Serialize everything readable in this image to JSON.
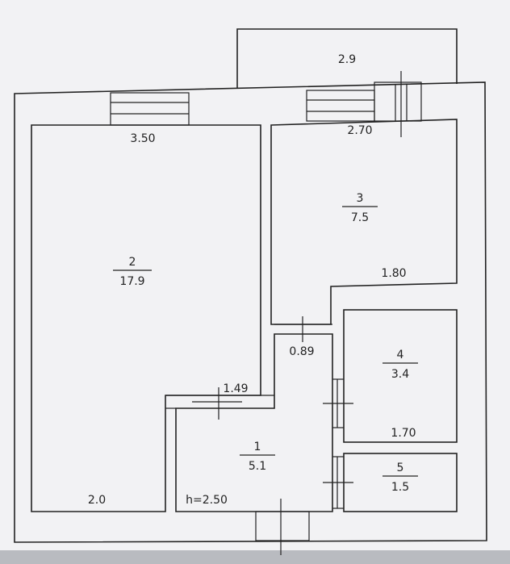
{
  "plan": {
    "balcony": {
      "area": "2.9"
    },
    "rooms": [
      {
        "id": "2",
        "area": "17.9"
      },
      {
        "id": "3",
        "area": "7.5"
      },
      {
        "id": "4",
        "area": "3.4"
      },
      {
        "id": "1",
        "area": "5.1"
      },
      {
        "id": "5",
        "area": "1.5"
      }
    ],
    "dims": {
      "room2_top": "3.50",
      "room3_top": "2.70",
      "room3_right": "1.80",
      "hall_door": "0.89",
      "hall_left": "1.49",
      "room4_bottom": "1.70",
      "room2_bottom": "2.0"
    },
    "ceiling_height": "h=2.50"
  }
}
